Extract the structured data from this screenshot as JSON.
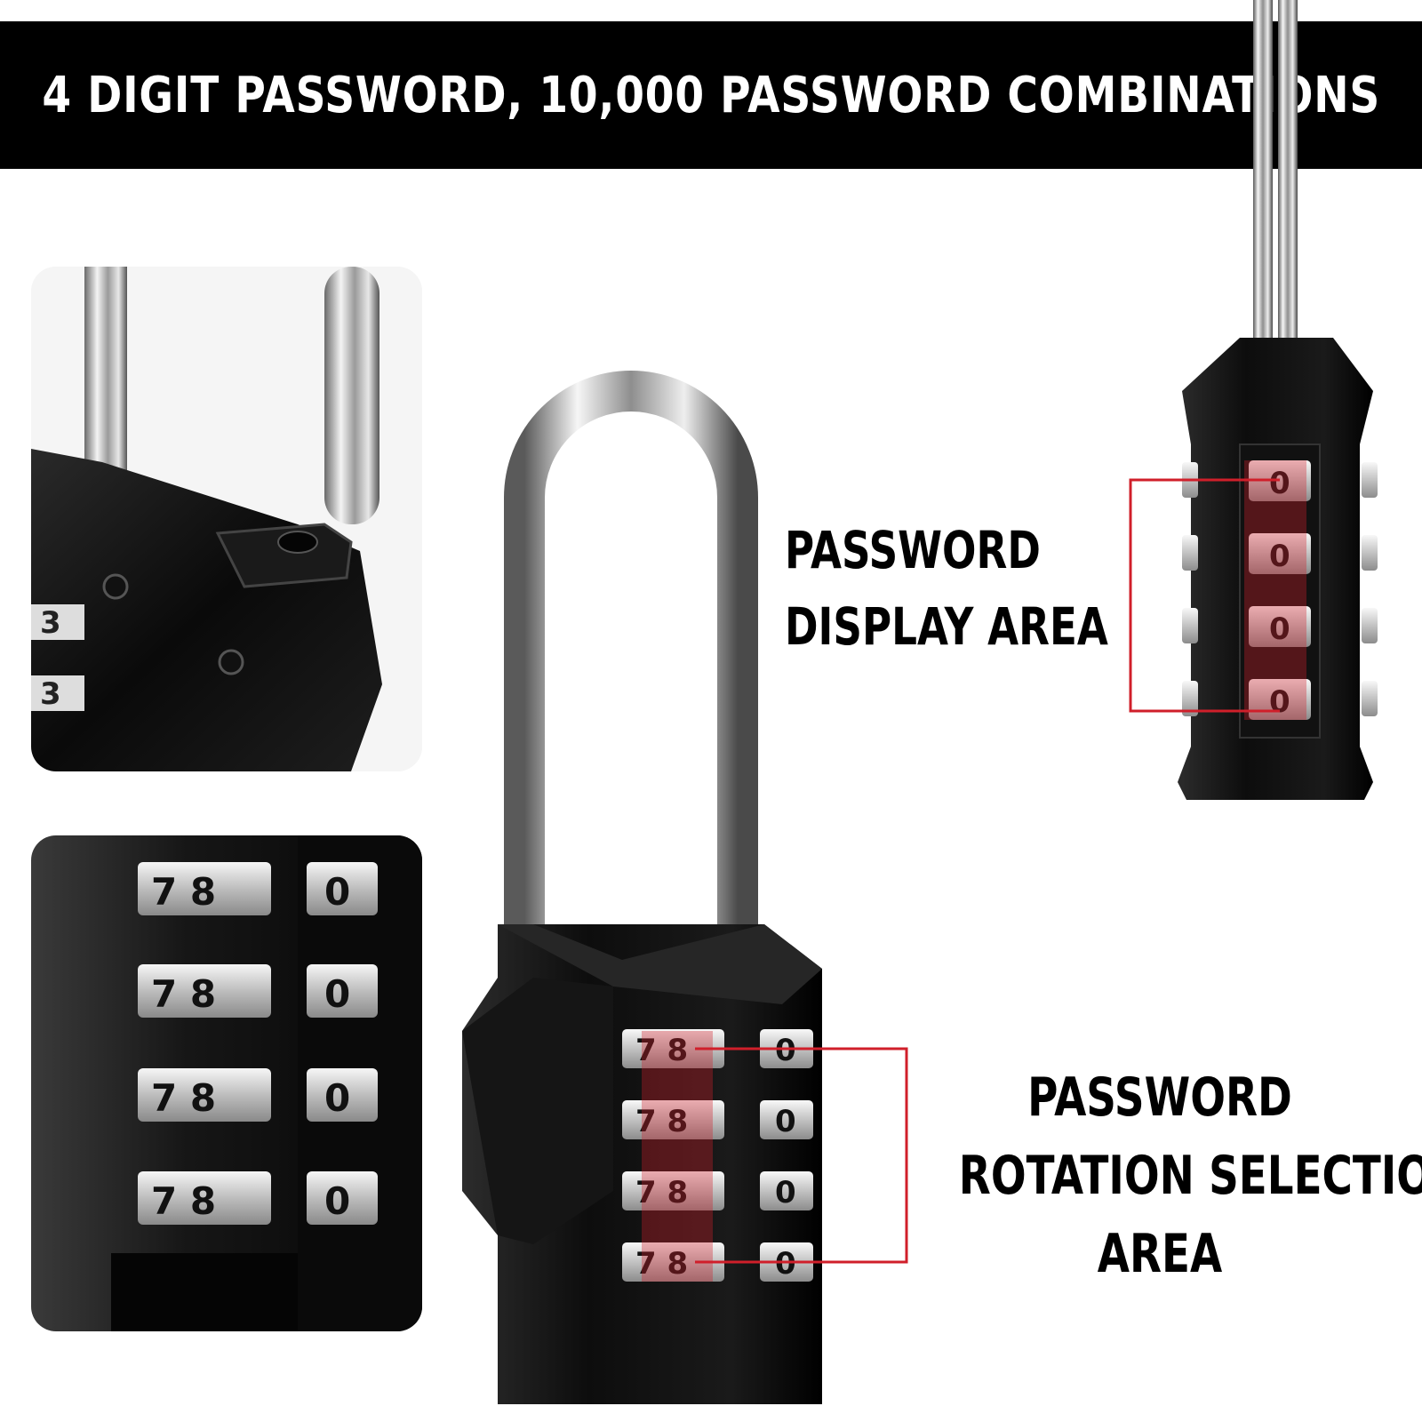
{
  "banner": {
    "text": "4 DIGIT PASSWORD, 10,000 PASSWORD COMBINATIONS"
  },
  "labels": {
    "display_area": [
      "PASSWORD",
      "DISPLAY AREA"
    ],
    "rotation_area": [
      "PASSWORD",
      "ROTATION SELECTION",
      "AREA"
    ]
  },
  "callout_color": "#d01f2a",
  "icons": [
    "padlock-closeup-shackle-image",
    "padlock-closeup-dials-image",
    "main-padlock-image",
    "padlock-bottom-view-image"
  ]
}
